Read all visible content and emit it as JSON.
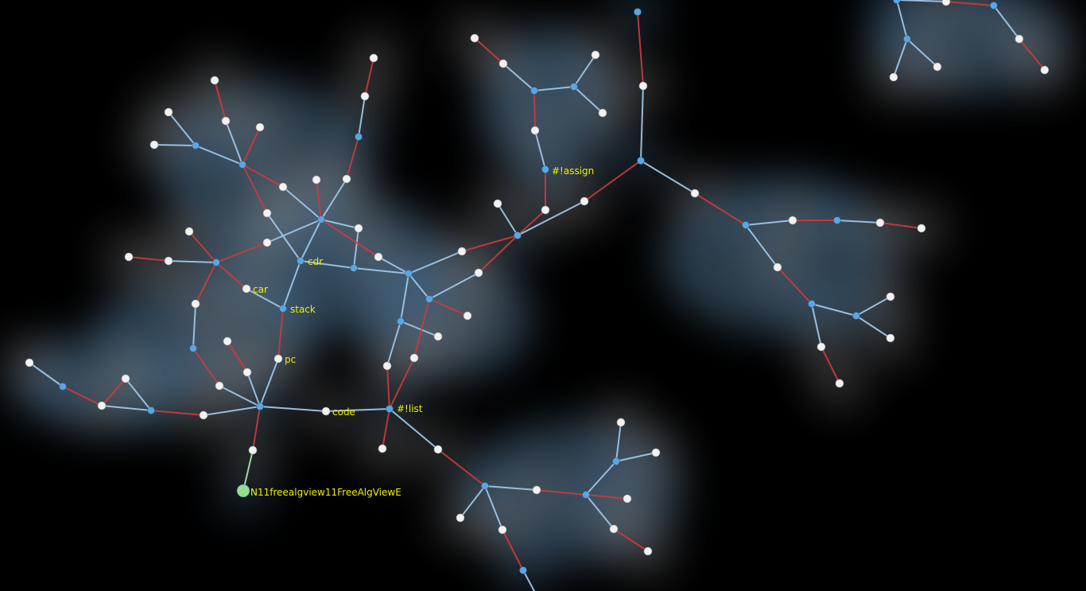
{
  "colors": {
    "background": "#000000",
    "blue_node": "#5aa6e0",
    "white_node": "#f2f2f2",
    "root_node": "#8fe08f",
    "edge_blue": "#9fc6e6",
    "edge_red": "#cc3b3b",
    "edge_green": "#a7e2a0",
    "label": "#f2ee00"
  },
  "labels": {
    "cdr": "cdr",
    "car": "car",
    "stack": "stack",
    "pc": "pc",
    "code": "code",
    "list": "#!list",
    "assign": "#!assign",
    "root": "N11freealgview11FreeAlgViewE"
  }
}
